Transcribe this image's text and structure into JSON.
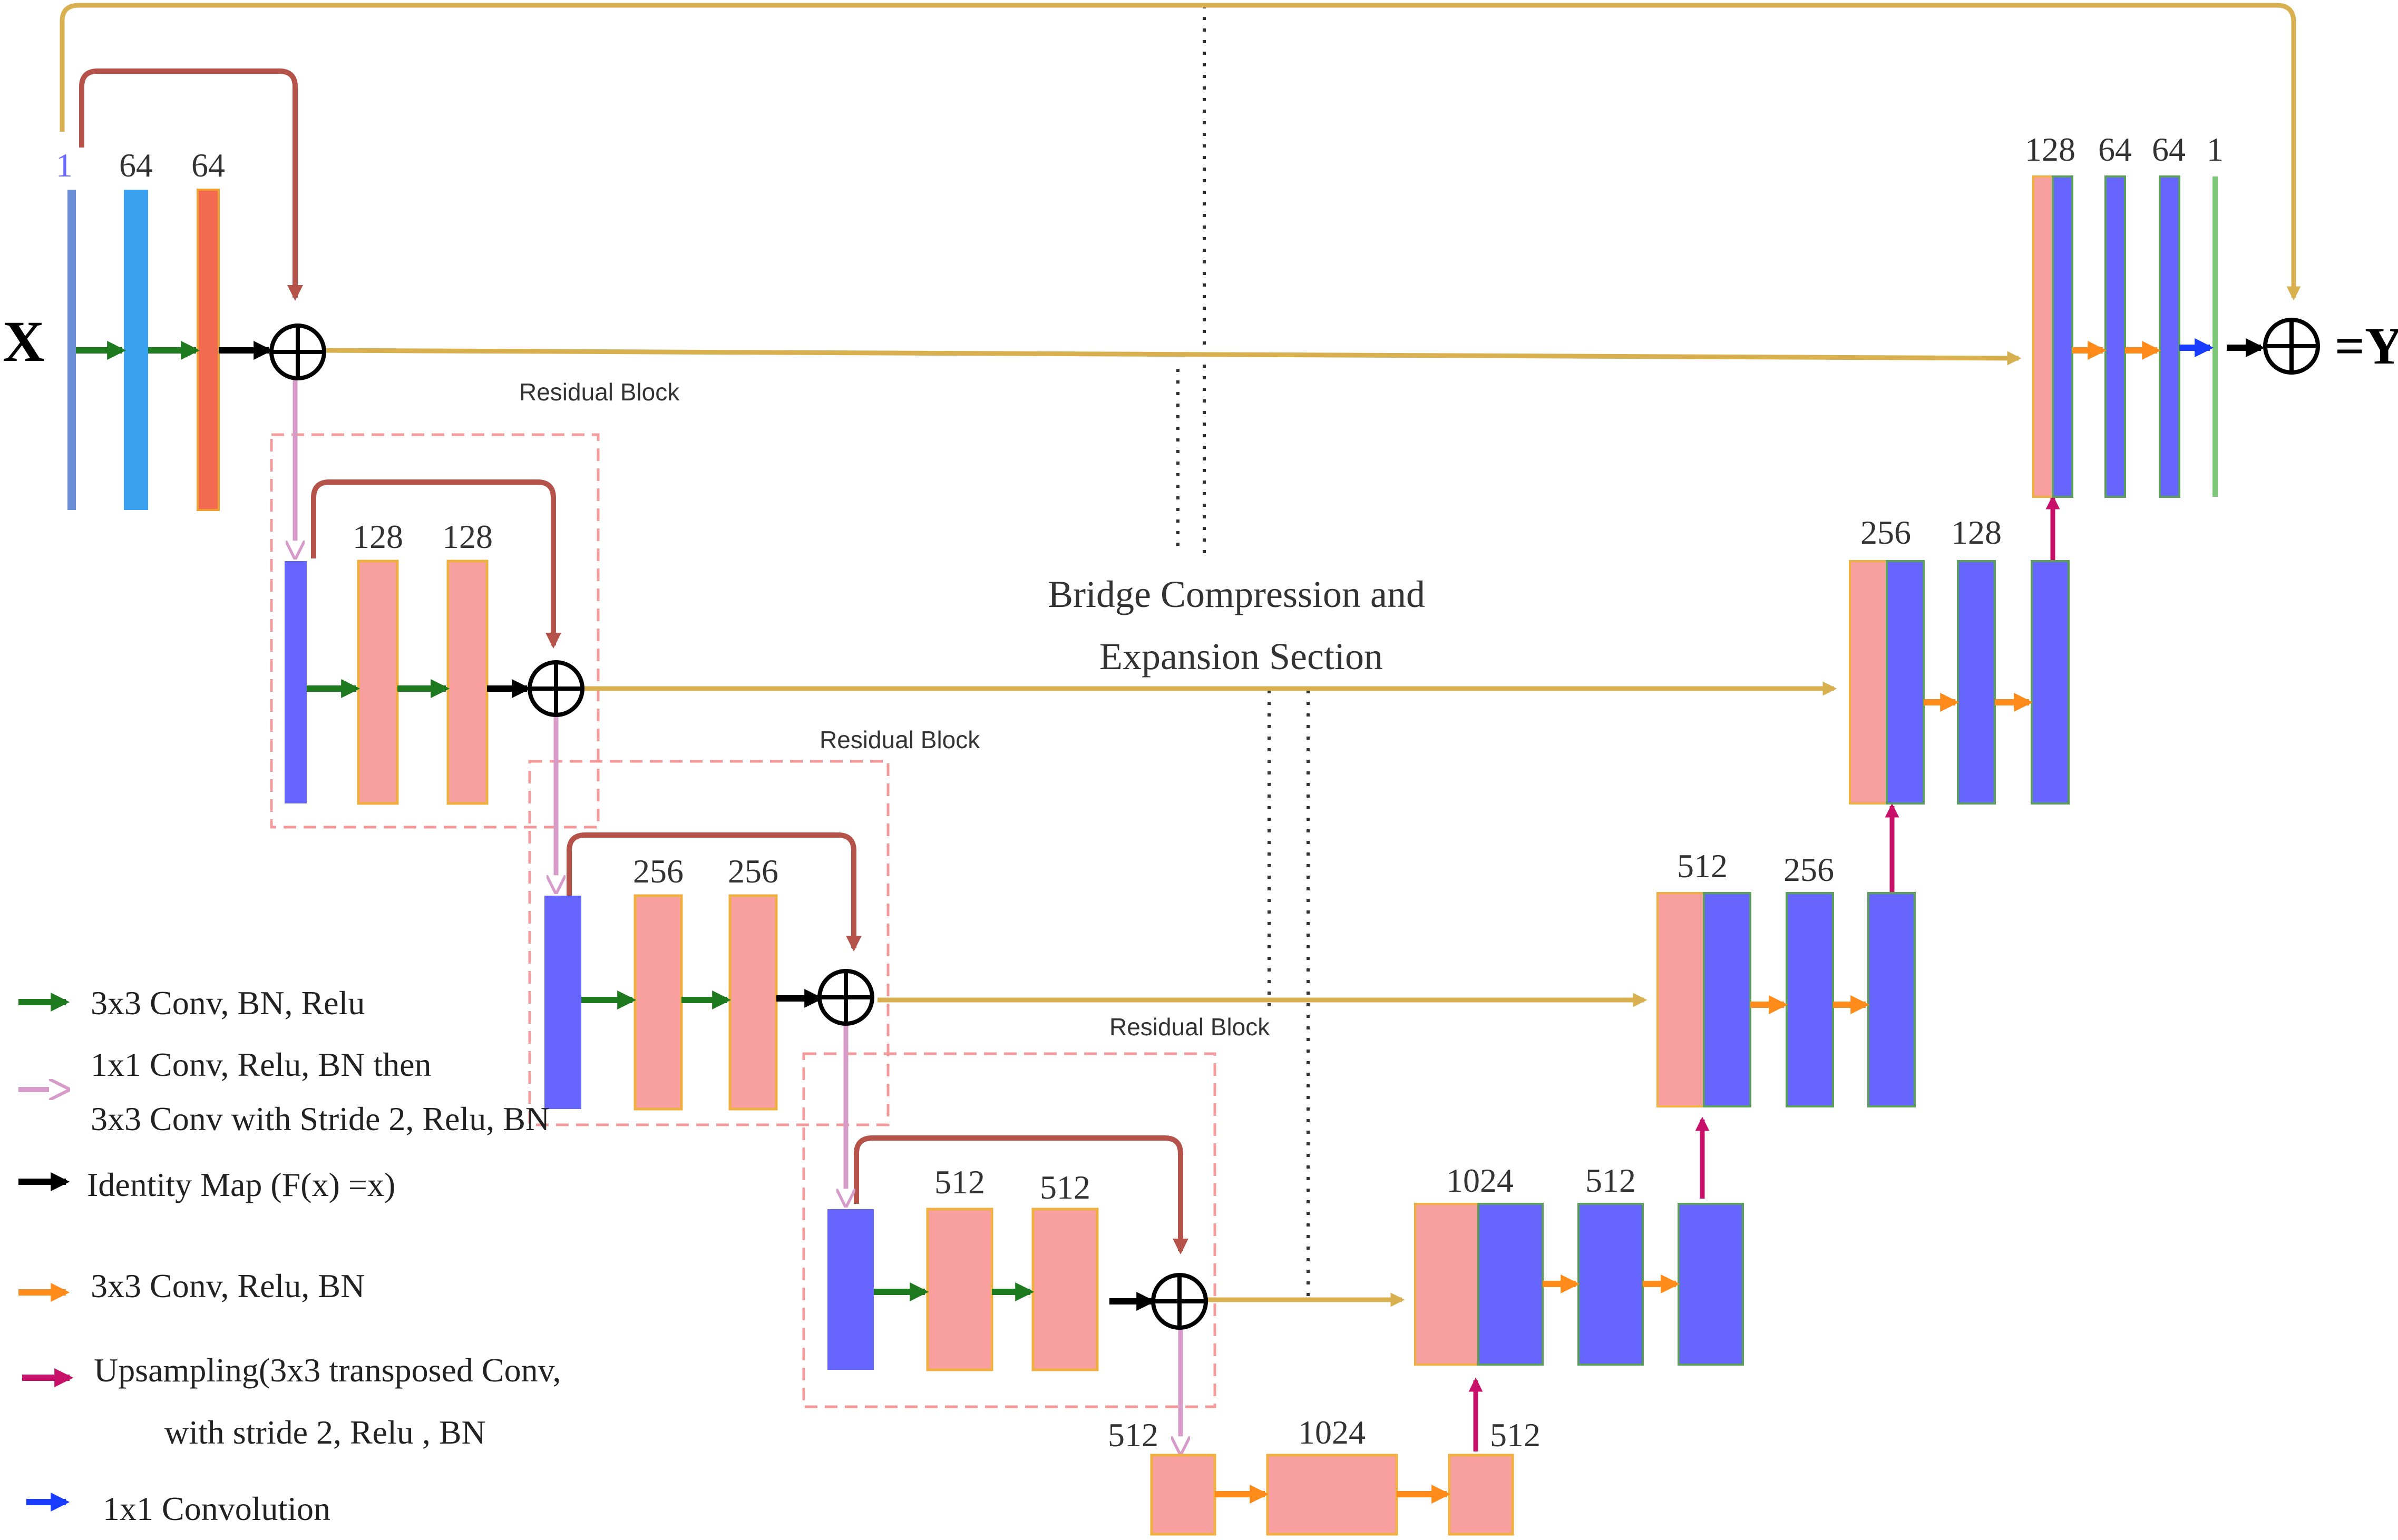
{
  "input_label": "X",
  "output_label": "=Y",
  "bridge_label": [
    "Bridge Compression and",
    "Expansion Section"
  ],
  "residual_block_label": "Residual Block",
  "encoder": [
    {
      "labels": [
        "1",
        "64",
        "64"
      ]
    },
    {
      "labels": [
        "128",
        "128"
      ]
    },
    {
      "labels": [
        "256",
        "256"
      ]
    },
    {
      "labels": [
        "512",
        "512"
      ]
    }
  ],
  "bridge": {
    "labels": [
      "512",
      "1024",
      "512"
    ]
  },
  "decoder": [
    {
      "labels": [
        "1024",
        "512"
      ]
    },
    {
      "labels": [
        "512",
        "256"
      ]
    },
    {
      "labels": [
        "256",
        "128"
      ]
    },
    {
      "labels": [
        "128",
        "64",
        "64",
        "1"
      ]
    }
  ],
  "legend": [
    {
      "lines": [
        "3x3 Conv, BN, Relu"
      ],
      "color": "#1e7a1e"
    },
    {
      "lines": [
        "1x1 Conv, Relu, BN then",
        "3x3 Conv with Stride 2, Relu, BN"
      ],
      "color": "#d79bc9"
    },
    {
      "lines": [
        "Identity Map (F(x) =x)"
      ],
      "color": "#000000"
    },
    {
      "lines": [
        "3x3 Conv, Relu, BN"
      ],
      "color": "#ff8c1a"
    },
    {
      "lines": [
        "Upsampling(3x3 transposed  Conv,",
        "with stride 2, Relu , BN"
      ],
      "color": "#c8106a"
    },
    {
      "lines": [
        "1x1 Convolution"
      ],
      "color": "#1a3cff"
    }
  ],
  "colors": {
    "skip": "#d8b050",
    "residual": "#b5524a",
    "downsample": "#d79bc9",
    "conv_bn_relu": "#1e7a1e",
    "conv_relu_bn": "#ff8c1a",
    "upsample": "#c8106a",
    "conv1x1": "#1a3cff",
    "identity": "#000000",
    "blue_block": "#6666ff",
    "pink_block": "#f8a0a0"
  }
}
